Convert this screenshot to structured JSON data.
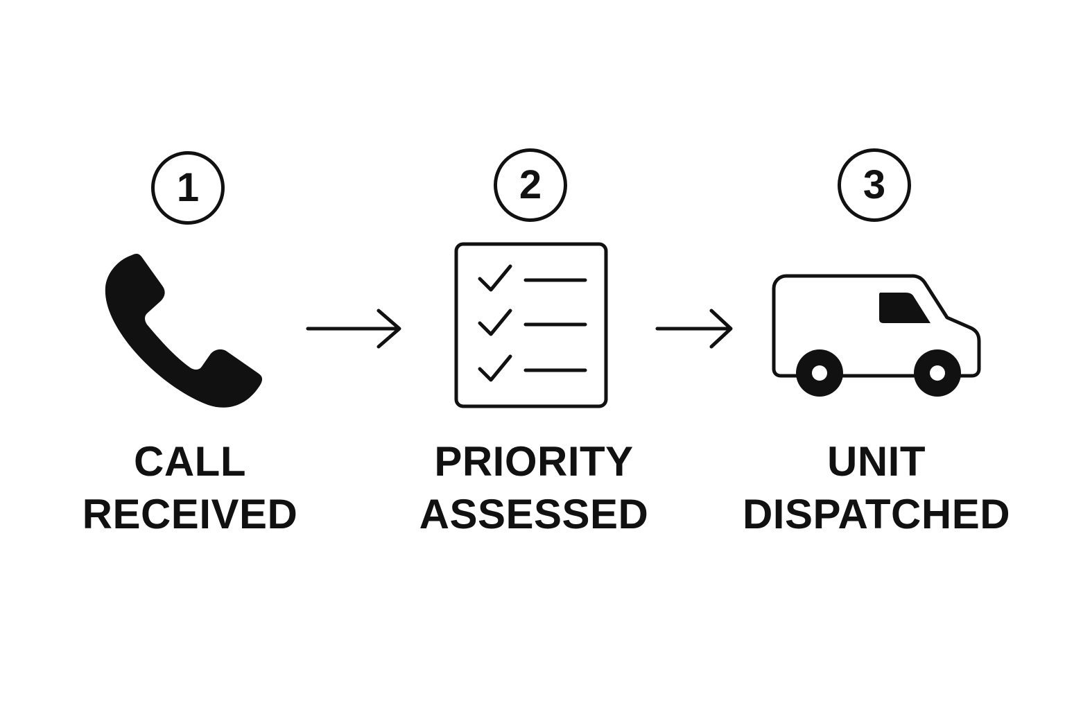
{
  "diagram": {
    "ink_color": "#111111",
    "background_color": "#ffffff",
    "steps": [
      {
        "number": "1",
        "icon": "phone-icon",
        "label_line1": "CALL",
        "label_line2": "RECEIVED"
      },
      {
        "number": "2",
        "icon": "checklist-icon",
        "label_line1": "PRIORITY",
        "label_line2": "ASSESSED"
      },
      {
        "number": "3",
        "icon": "van-icon",
        "label_line1": "UNIT",
        "label_line2": "DISPATCHED"
      }
    ],
    "connectors": [
      {
        "icon": "arrow-right-icon",
        "from": "1",
        "to": "2"
      },
      {
        "icon": "arrow-right-icon",
        "from": "2",
        "to": "3"
      }
    ]
  }
}
